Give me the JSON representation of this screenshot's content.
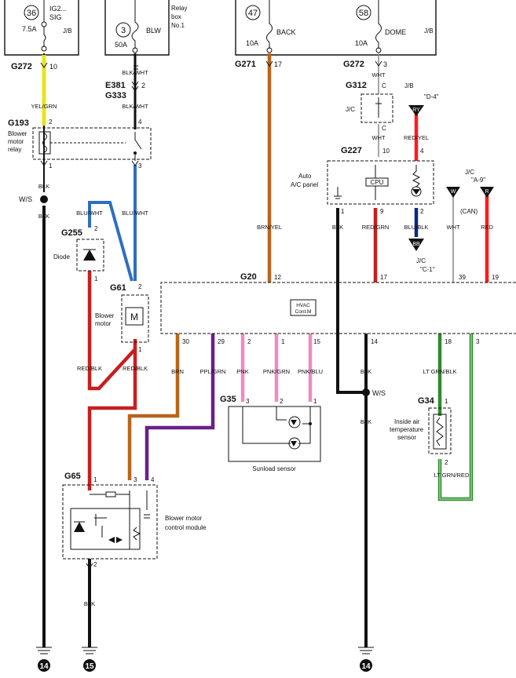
{
  "fuses": {
    "f36": {
      "num": "36",
      "name": "IG2\nSIG",
      "name1": "IG2...",
      "name2": "SIG",
      "amp": "7.5A",
      "loc": "J/B"
    },
    "f3": {
      "num": "3",
      "name": "BLW",
      "amp": "50A",
      "loc1": "Relay",
      "loc2": "box",
      "loc3": "No.1"
    },
    "f47": {
      "num": "47",
      "name": "BACK",
      "amp": "10A"
    },
    "f58": {
      "num": "58",
      "name": "DOME",
      "amp": "10A",
      "loc": "J/B"
    }
  },
  "connectors": {
    "g272a": "G272",
    "g272a_pin": "10",
    "e381": "E381",
    "e381_pin": "2",
    "g333": "G333",
    "g271": "G271",
    "g271_pin": "17",
    "g272b": "G272",
    "g272b_pin": "3",
    "g193": "G193",
    "g193_pin_a": "2",
    "g193_pin_b": "4",
    "g193_pin_c": "1",
    "g193_pin_d": "3",
    "g312": "G312",
    "g312_pin_top": "C",
    "g312_pin_bot": "C",
    "g227": "G227",
    "g227_pin_a": "10",
    "g227_pin_b": "4",
    "g227_pin_c": "1",
    "g227_pin_d": "9",
    "g227_pin_e": "2",
    "g255": "G255",
    "g255_pin_a": "2",
    "g255_pin_b": "1",
    "g61": "G61",
    "g61_pin_a": "2",
    "g61_pin_b": "1",
    "g20": "G20",
    "g20_pins_top": [
      "12",
      "17",
      "39",
      "19"
    ],
    "g20_pins_bot": [
      "30",
      "29",
      "2",
      "1",
      "15",
      "14",
      "18",
      "3"
    ],
    "g35": "G35",
    "g35_pins": [
      "3",
      "2",
      "1"
    ],
    "g34": "G34",
    "g34_pin_a": "1",
    "g34_pin_b": "2",
    "g65": "G65",
    "g65_pins": [
      "1",
      "3",
      "4"
    ],
    "g65_pin_bot": "2"
  },
  "components": {
    "blower_relay": {
      "l1": "Blower",
      "l2": "motor",
      "l3": "relay"
    },
    "diode": "Diode",
    "blower_motor": {
      "l1": "Blower",
      "l2": "motor"
    },
    "auto_ac": {
      "l1": "Auto",
      "l2": "A/C panel"
    },
    "cpu": "CPU",
    "jc_a": "J/C",
    "hvac": {
      "l1": "HVAC",
      "l2": "Cont.M"
    },
    "sunload": "Sunload sensor",
    "inside_air": {
      "l1": "Inside air",
      "l2": "temperature",
      "l3": "sensor"
    },
    "bmcm": {
      "l1": "Blower motor",
      "l2": "control module"
    },
    "ry": "RY",
    "w": "W",
    "r": "R",
    "bb": "BB",
    "jb_d4": {
      "l1": "J/B",
      "l2": "\"D-4\""
    },
    "jc_a9": {
      "l1": "J/C",
      "l2": "\"A-9\""
    },
    "jc_c1": {
      "l1": "J/C",
      "l2": "\"C-1\""
    },
    "can": "(CAN)",
    "ws": "W/S",
    "motor_m": "M"
  },
  "wires": {
    "yel_grn": "YEL/GRN",
    "blk_wht1": "BLK/WHT",
    "blk_wht2": "BLK/WHT",
    "blk1": "BLK",
    "blk2": "BLK",
    "blu_wht1": "BLU/WHT",
    "blu_wht2": "BLU/WHT",
    "brn_yel": "BRN/YEL",
    "wht1": "WHT",
    "wht2": "WHT",
    "red_yel": "RED/YEL",
    "blk3": "BLK",
    "red_grn": "RED/GRN",
    "blu_blk": "BLU/BLK",
    "wht3": "WHT",
    "red": "RED",
    "red_blk1": "RED/BLK",
    "red_blk2": "RED/BLK",
    "brn": "BRN",
    "ppl_grn": "PPL/GRN",
    "pnk": "PNK",
    "pnk_grn": "PNK/GRN",
    "pnk_blu": "PNK/BLU",
    "blk4": "BLK",
    "blk5": "BLK",
    "lt_grn_blk": "LT GRN/BLK",
    "lt_grn_red": "LT GRN/RED",
    "blk6": "BLK"
  },
  "grounds": {
    "g14a": "14",
    "g15": "15",
    "g14b": "14"
  },
  "colors": {
    "yellow": "#e6e619",
    "blue": "#2e6ec2",
    "brown": "#b8651c",
    "red": "#c81e1e",
    "bright_red": "#ff1a1a",
    "dark_blue": "#0a2a7a",
    "pink": "#f08ac0",
    "purple": "#6a1f8a",
    "green": "#2e8b2e",
    "black": "#111111"
  }
}
